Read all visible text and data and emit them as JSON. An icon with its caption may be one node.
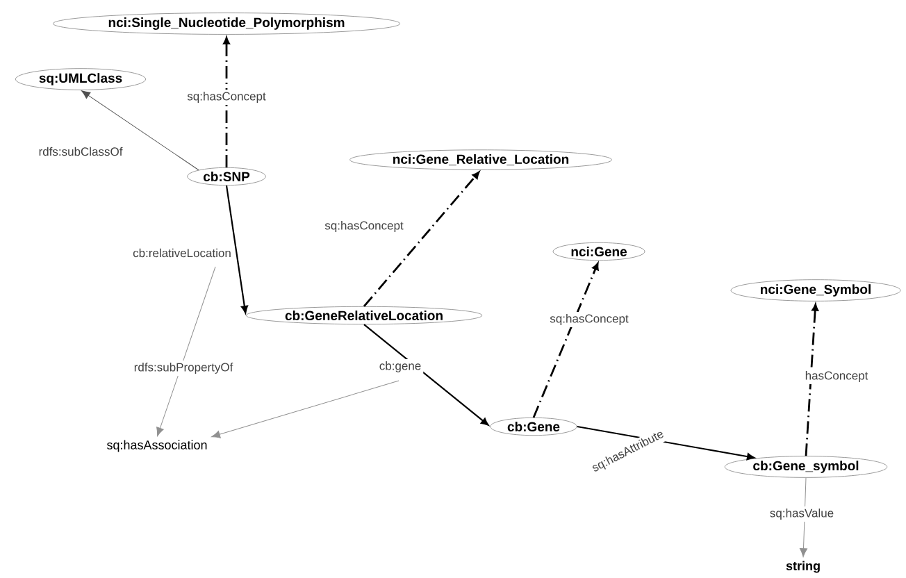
{
  "diagram": {
    "nodes": [
      {
        "text": [
          "nci:Single_Nucleotide_Polymorphism"
        ]
      },
      {
        "text": [
          "sq:UMLClass"
        ]
      },
      {
        "text": [
          "cb:SNP"
        ]
      },
      {
        "text": [
          "nci:Gene_Relative_Location"
        ]
      },
      {
        "text": [
          "nci:Gene"
        ]
      },
      {
        "text": [
          "nci:Gene_Symbol"
        ]
      },
      {
        "text": [
          "cb:GeneRelativeLocation"
        ]
      },
      {
        "text": [
          "cb:Gene"
        ]
      },
      {
        "text": [
          "cb:Gene_symbol"
        ]
      },
      {
        "text": [
          "sq:hasAssociation"
        ]
      },
      {
        "text": [
          "string"
        ]
      }
    ],
    "edges": [
      {
        "from": 2,
        "to": 0,
        "arrow": "to",
        "label": "sq:hasConcept",
        "style": "dashed"
      },
      {
        "from": 2,
        "to": 1,
        "arrow": "to",
        "label": "rdfs:subClassOf",
        "color": "#505050"
      },
      {
        "from": 2,
        "to": 6,
        "arrow": "to",
        "label": "cb:relativeLocation"
      },
      {
        "from": 6,
        "to": 3,
        "arrow": "to",
        "label": "sq:hasConcept",
        "style": "dashed"
      },
      {
        "from": 6,
        "to": 7,
        "arrow": "to",
        "label": "cb:gene"
      },
      {
        "from": 7,
        "to": 4,
        "arrow": "to",
        "label": "sq:hasConcept",
        "style": "dashed"
      },
      {
        "from": 7,
        "to": 8,
        "arrow": "to",
        "label": "sq:hasAttribute"
      },
      {
        "from": 8,
        "to": 5,
        "arrow": "to",
        "label": "hasConcept",
        "style": "dashed"
      },
      {
        "from": 8,
        "to": 10,
        "arrow": "to",
        "label": "sq:hasValue",
        "color": "#909090"
      },
      {
        "from": null,
        "to": 9,
        "arrow": "to",
        "label": "rdfs:subPropertyOf",
        "color": "#909090"
      },
      {
        "from": null,
        "to": 9,
        "arrow": "to",
        "color": "#909090"
      }
    ]
  }
}
